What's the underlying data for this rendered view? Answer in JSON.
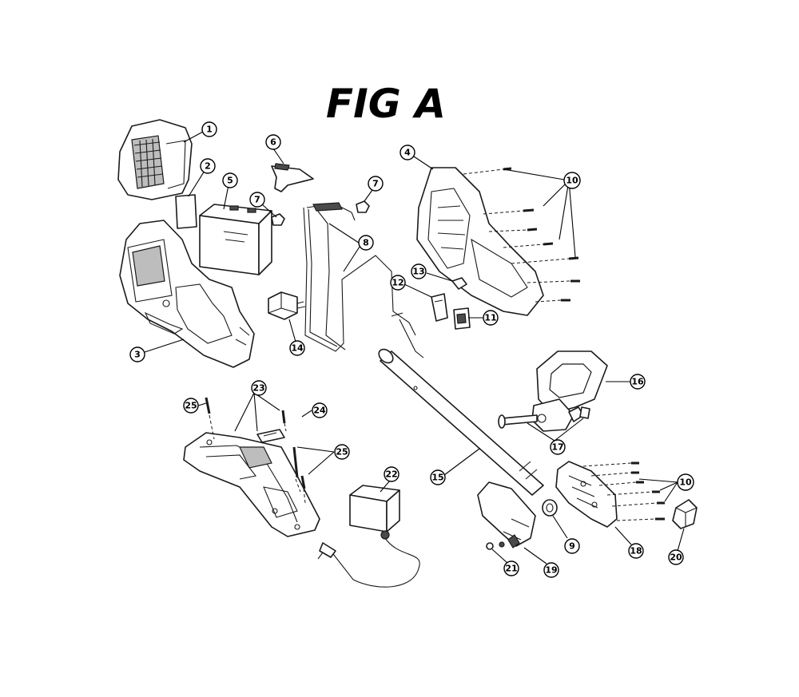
{
  "figure": {
    "title": "FIG A"
  },
  "callouts": [
    {
      "id": "c1",
      "label": "1"
    },
    {
      "id": "c2",
      "label": "2"
    },
    {
      "id": "c3",
      "label": "3"
    },
    {
      "id": "c4",
      "label": "4"
    },
    {
      "id": "c5",
      "label": "5"
    },
    {
      "id": "c6",
      "label": "6"
    },
    {
      "id": "c7a",
      "label": "7"
    },
    {
      "id": "c7b",
      "label": "7"
    },
    {
      "id": "c8",
      "label": "8"
    },
    {
      "id": "c9",
      "label": "9"
    },
    {
      "id": "c10a",
      "label": "10"
    },
    {
      "id": "c10b",
      "label": "10"
    },
    {
      "id": "c11",
      "label": "11"
    },
    {
      "id": "c12",
      "label": "12"
    },
    {
      "id": "c13",
      "label": "13"
    },
    {
      "id": "c14",
      "label": "14"
    },
    {
      "id": "c15",
      "label": "15"
    },
    {
      "id": "c16",
      "label": "16"
    },
    {
      "id": "c17",
      "label": "17"
    },
    {
      "id": "c18",
      "label": "18"
    },
    {
      "id": "c19",
      "label": "19"
    },
    {
      "id": "c20",
      "label": "20"
    },
    {
      "id": "c21",
      "label": "21"
    },
    {
      "id": "c22",
      "label": "22"
    },
    {
      "id": "c23",
      "label": "23"
    },
    {
      "id": "c24",
      "label": "24"
    },
    {
      "id": "c25a",
      "label": "25"
    },
    {
      "id": "c25b",
      "label": "25"
    }
  ]
}
